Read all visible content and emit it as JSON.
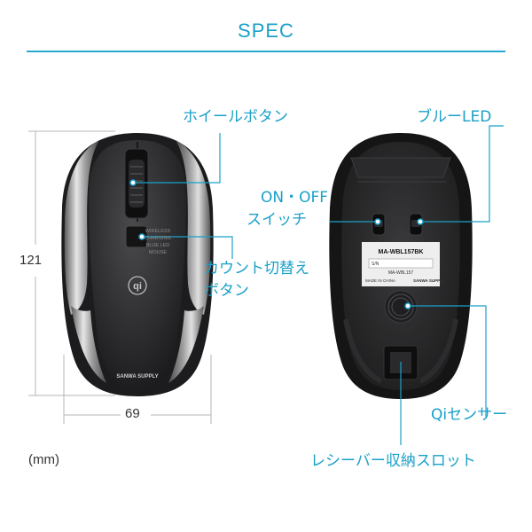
{
  "header": {
    "title": "SPEC"
  },
  "dimensions": {
    "height": "121",
    "width": "69",
    "unit": "(mm)"
  },
  "mouse_top": {
    "texts": [
      "WIRELESS",
      "CHARGING",
      "BLUE LED",
      "MOUSE"
    ],
    "qi": "qi",
    "brand": "SANWA SUPPLY"
  },
  "mouse_bottom": {
    "model": "MA-WBL157BK",
    "sn": "S/N",
    "model_small": "MA-WBL157",
    "made_in": "MADE IN CHINA",
    "brand": "SANWA SUPPLY"
  },
  "callouts": {
    "wheel_button": "ホイールボタン",
    "count_switch_1": "カウント切替え",
    "count_switch_2": "ボタン",
    "blue_led": "ブルーLED",
    "onoff_1": "ON・OFF",
    "onoff_2": "スイッチ",
    "qi_sensor": "Qiセンサー",
    "receiver_slot": "レシーバー収納スロット"
  },
  "colors": {
    "accent": "#1aa0c8",
    "dim_line": "#b5b5b5"
  }
}
